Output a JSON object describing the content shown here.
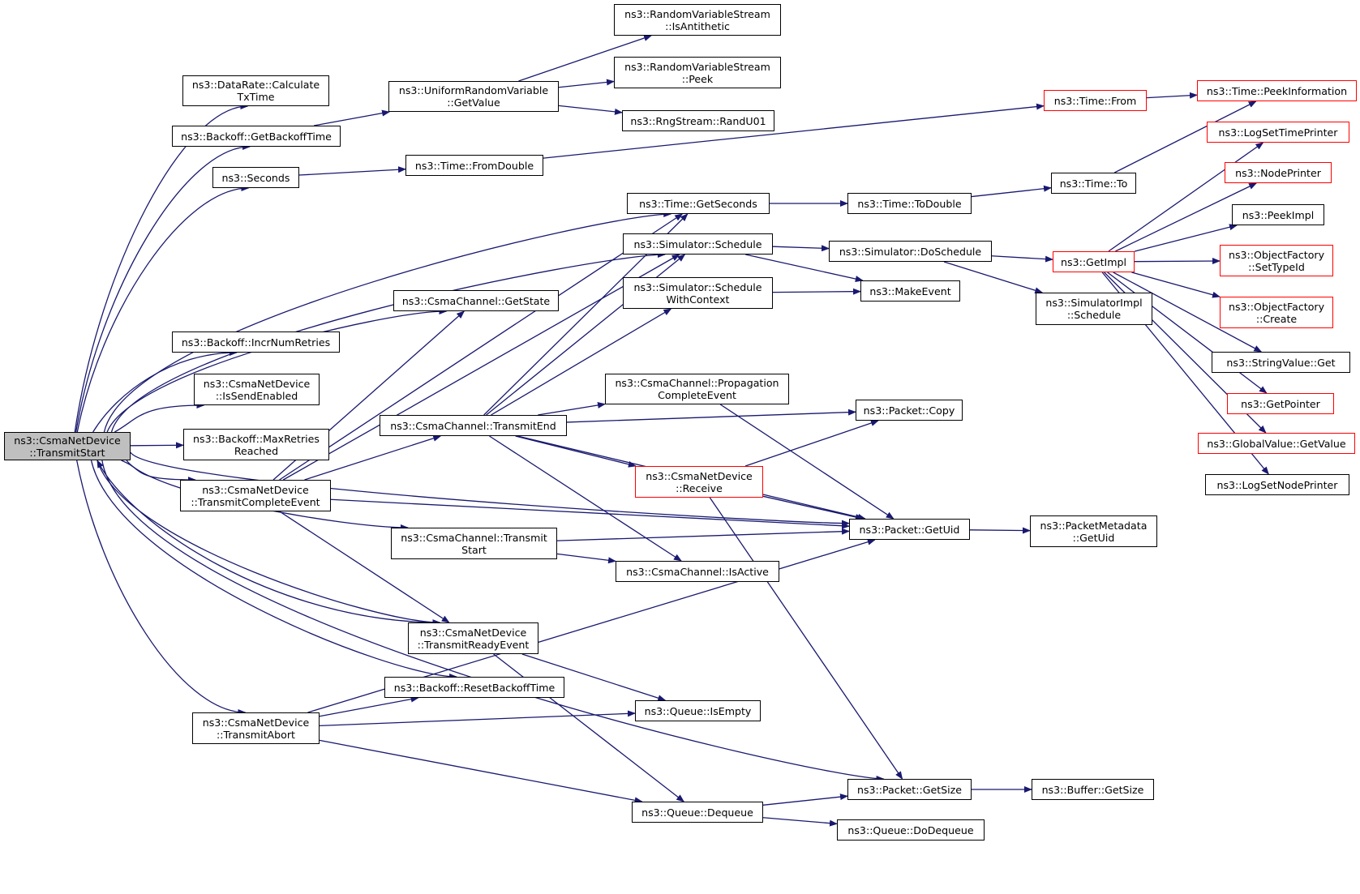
{
  "diagram": {
    "colors": {
      "edge": "#191970",
      "external_border": "#ff0000",
      "root_fill": "#bfbfbf",
      "node_border": "#000000"
    },
    "nodes": [
      {
        "id": "root",
        "lines": [
          "ns3::CsmaNetDevice",
          "::TransmitStart"
        ],
        "kind": "root"
      },
      {
        "id": "calc",
        "lines": [
          "ns3::DataRate::Calculate",
          "TxTime"
        ],
        "kind": "normal"
      },
      {
        "id": "backoff_get",
        "lines": [
          "ns3::Backoff::GetBackoffTime"
        ],
        "kind": "normal"
      },
      {
        "id": "seconds",
        "lines": [
          "ns3::Seconds"
        ],
        "kind": "normal"
      },
      {
        "id": "uniform",
        "lines": [
          "ns3::UniformRandomVariable",
          "::GetValue"
        ],
        "kind": "normal"
      },
      {
        "id": "isanti",
        "lines": [
          "ns3::RandomVariableStream",
          "::IsAntithetic"
        ],
        "kind": "normal"
      },
      {
        "id": "peek",
        "lines": [
          "ns3::RandomVariableStream",
          "::Peek"
        ],
        "kind": "normal"
      },
      {
        "id": "randu",
        "lines": [
          "ns3::RngStream::RandU01"
        ],
        "kind": "normal"
      },
      {
        "id": "fromdouble",
        "lines": [
          "ns3::Time::FromDouble"
        ],
        "kind": "normal"
      },
      {
        "id": "timefrom",
        "lines": [
          "ns3::Time::From"
        ],
        "kind": "external"
      },
      {
        "id": "peekinfo",
        "lines": [
          "ns3::Time::PeekInformation"
        ],
        "kind": "external"
      },
      {
        "id": "getseconds",
        "lines": [
          "ns3::Time::GetSeconds"
        ],
        "kind": "normal"
      },
      {
        "id": "todouble",
        "lines": [
          "ns3::Time::ToDouble"
        ],
        "kind": "normal"
      },
      {
        "id": "timeto",
        "lines": [
          "ns3::Time::To"
        ],
        "kind": "normal"
      },
      {
        "id": "schedule",
        "lines": [
          "ns3::Simulator::Schedule"
        ],
        "kind": "normal"
      },
      {
        "id": "doschedule",
        "lines": [
          "ns3::Simulator::DoSchedule"
        ],
        "kind": "normal"
      },
      {
        "id": "getimpl",
        "lines": [
          "ns3::GetImpl"
        ],
        "kind": "external"
      },
      {
        "id": "logtime",
        "lines": [
          "ns3::LogSetTimePrinter"
        ],
        "kind": "external"
      },
      {
        "id": "nodeprinter",
        "lines": [
          "ns3::NodePrinter"
        ],
        "kind": "external"
      },
      {
        "id": "peekimpl",
        "lines": [
          "ns3::PeekImpl"
        ],
        "kind": "normal"
      },
      {
        "id": "settypeid",
        "lines": [
          "ns3::ObjectFactory",
          "::SetTypeId"
        ],
        "kind": "external"
      },
      {
        "id": "create",
        "lines": [
          "ns3::ObjectFactory",
          "::Create"
        ],
        "kind": "external"
      },
      {
        "id": "stringget",
        "lines": [
          "ns3::StringValue::Get"
        ],
        "kind": "normal"
      },
      {
        "id": "getpointer",
        "lines": [
          "ns3::GetPointer"
        ],
        "kind": "external"
      },
      {
        "id": "globalget",
        "lines": [
          "ns3::GlobalValue::GetValue"
        ],
        "kind": "external"
      },
      {
        "id": "lognode",
        "lines": [
          "ns3::LogSetNodePrinter"
        ],
        "kind": "normal"
      },
      {
        "id": "simimplsched",
        "lines": [
          "ns3::SimulatorImpl",
          "::Schedule"
        ],
        "kind": "normal"
      },
      {
        "id": "getstate",
        "lines": [
          "ns3::CsmaChannel::GetState"
        ],
        "kind": "normal"
      },
      {
        "id": "schedwc",
        "lines": [
          "ns3::Simulator::Schedule",
          "WithContext"
        ],
        "kind": "normal"
      },
      {
        "id": "makeevent",
        "lines": [
          "ns3::MakeEvent"
        ],
        "kind": "normal"
      },
      {
        "id": "incr",
        "lines": [
          "ns3::Backoff::IncrNumRetries"
        ],
        "kind": "normal"
      },
      {
        "id": "issend",
        "lines": [
          "ns3::CsmaNetDevice",
          "::IsSendEnabled"
        ],
        "kind": "normal"
      },
      {
        "id": "propcomplete",
        "lines": [
          "ns3::CsmaChannel::Propagation",
          "CompleteEvent"
        ],
        "kind": "normal"
      },
      {
        "id": "maxretries",
        "lines": [
          "ns3::Backoff::MaxRetries",
          "Reached"
        ],
        "kind": "normal"
      },
      {
        "id": "transmitend",
        "lines": [
          "ns3::CsmaChannel::TransmitEnd"
        ],
        "kind": "normal"
      },
      {
        "id": "packetcopy",
        "lines": [
          "ns3::Packet::Copy"
        ],
        "kind": "normal"
      },
      {
        "id": "receive",
        "lines": [
          "ns3::CsmaNetDevice",
          "::Receive"
        ],
        "kind": "external"
      },
      {
        "id": "tce",
        "lines": [
          "ns3::CsmaNetDevice",
          "::TransmitCompleteEvent"
        ],
        "kind": "normal"
      },
      {
        "id": "getuid",
        "lines": [
          "ns3::Packet::GetUid"
        ],
        "kind": "normal"
      },
      {
        "id": "metauid",
        "lines": [
          "ns3::PacketMetadata",
          "::GetUid"
        ],
        "kind": "normal"
      },
      {
        "id": "chstart",
        "lines": [
          "ns3::CsmaChannel::Transmit",
          "Start"
        ],
        "kind": "normal"
      },
      {
        "id": "isactive",
        "lines": [
          "ns3::CsmaChannel::IsActive"
        ],
        "kind": "normal"
      },
      {
        "id": "tre",
        "lines": [
          "ns3::CsmaNetDevice",
          "::TransmitReadyEvent"
        ],
        "kind": "normal"
      },
      {
        "id": "reset",
        "lines": [
          "ns3::Backoff::ResetBackoffTime"
        ],
        "kind": "normal"
      },
      {
        "id": "isempty",
        "lines": [
          "ns3::Queue::IsEmpty"
        ],
        "kind": "normal"
      },
      {
        "id": "abort",
        "lines": [
          "ns3::CsmaNetDevice",
          "::TransmitAbort"
        ],
        "kind": "normal"
      },
      {
        "id": "getsize",
        "lines": [
          "ns3::Packet::GetSize"
        ],
        "kind": "normal"
      },
      {
        "id": "bufsize",
        "lines": [
          "ns3::Buffer::GetSize"
        ],
        "kind": "normal"
      },
      {
        "id": "dequeue",
        "lines": [
          "ns3::Queue::Dequeue"
        ],
        "kind": "normal"
      },
      {
        "id": "dodequeue",
        "lines": [
          "ns3::Queue::DoDequeue"
        ],
        "kind": "normal"
      }
    ],
    "edges": [
      [
        "root",
        "calc"
      ],
      [
        "root",
        "backoff_get"
      ],
      [
        "root",
        "seconds"
      ],
      [
        "root",
        "getseconds"
      ],
      [
        "root",
        "schedule"
      ],
      [
        "root",
        "getstate"
      ],
      [
        "root",
        "incr"
      ],
      [
        "root",
        "issend"
      ],
      [
        "root",
        "maxretries"
      ],
      [
        "root",
        "tce"
      ],
      [
        "root",
        "chstart"
      ],
      [
        "root",
        "getuid"
      ],
      [
        "root",
        "tre"
      ],
      [
        "root",
        "reset"
      ],
      [
        "root",
        "abort"
      ],
      [
        "root",
        "getsize"
      ],
      [
        "backoff_get",
        "uniform"
      ],
      [
        "uniform",
        "isanti"
      ],
      [
        "uniform",
        "peek"
      ],
      [
        "uniform",
        "randu"
      ],
      [
        "seconds",
        "fromdouble"
      ],
      [
        "fromdouble",
        "timefrom"
      ],
      [
        "timefrom",
        "peekinfo"
      ],
      [
        "getseconds",
        "todouble"
      ],
      [
        "todouble",
        "timeto"
      ],
      [
        "timeto",
        "peekinfo"
      ],
      [
        "schedule",
        "doschedule"
      ],
      [
        "schedule",
        "makeevent"
      ],
      [
        "doschedule",
        "getimpl"
      ],
      [
        "doschedule",
        "simimplsched"
      ],
      [
        "getimpl",
        "logtime"
      ],
      [
        "getimpl",
        "nodeprinter"
      ],
      [
        "getimpl",
        "peekimpl"
      ],
      [
        "getimpl",
        "settypeid"
      ],
      [
        "getimpl",
        "create"
      ],
      [
        "getimpl",
        "stringget"
      ],
      [
        "getimpl",
        "getpointer"
      ],
      [
        "getimpl",
        "globalget"
      ],
      [
        "getimpl",
        "lognode"
      ],
      [
        "schedwc",
        "makeevent"
      ],
      [
        "tce",
        "getstate"
      ],
      [
        "tce",
        "getseconds"
      ],
      [
        "tce",
        "schedule"
      ],
      [
        "tce",
        "transmitend"
      ],
      [
        "tce",
        "getuid"
      ],
      [
        "tce",
        "tre"
      ],
      [
        "transmitend",
        "getseconds"
      ],
      [
        "transmitend",
        "schedule"
      ],
      [
        "transmitend",
        "schedwc"
      ],
      [
        "transmitend",
        "propcomplete"
      ],
      [
        "transmitend",
        "packetcopy"
      ],
      [
        "transmitend",
        "receive"
      ],
      [
        "transmitend",
        "getuid"
      ],
      [
        "transmitend",
        "isactive"
      ],
      [
        "propcomplete",
        "getuid"
      ],
      [
        "receive",
        "packetcopy"
      ],
      [
        "receive",
        "getuid"
      ],
      [
        "receive",
        "getsize"
      ],
      [
        "getuid",
        "metauid"
      ],
      [
        "chstart",
        "isactive"
      ],
      [
        "chstart",
        "getuid"
      ],
      [
        "tre",
        "root"
      ],
      [
        "tre",
        "isempty"
      ],
      [
        "tre",
        "dequeue"
      ],
      [
        "abort",
        "reset"
      ],
      [
        "abort",
        "isempty"
      ],
      [
        "abort",
        "getuid"
      ],
      [
        "abort",
        "dequeue"
      ],
      [
        "dequeue",
        "getsize"
      ],
      [
        "dequeue",
        "dodequeue"
      ],
      [
        "getsize",
        "bufsize"
      ]
    ]
  }
}
